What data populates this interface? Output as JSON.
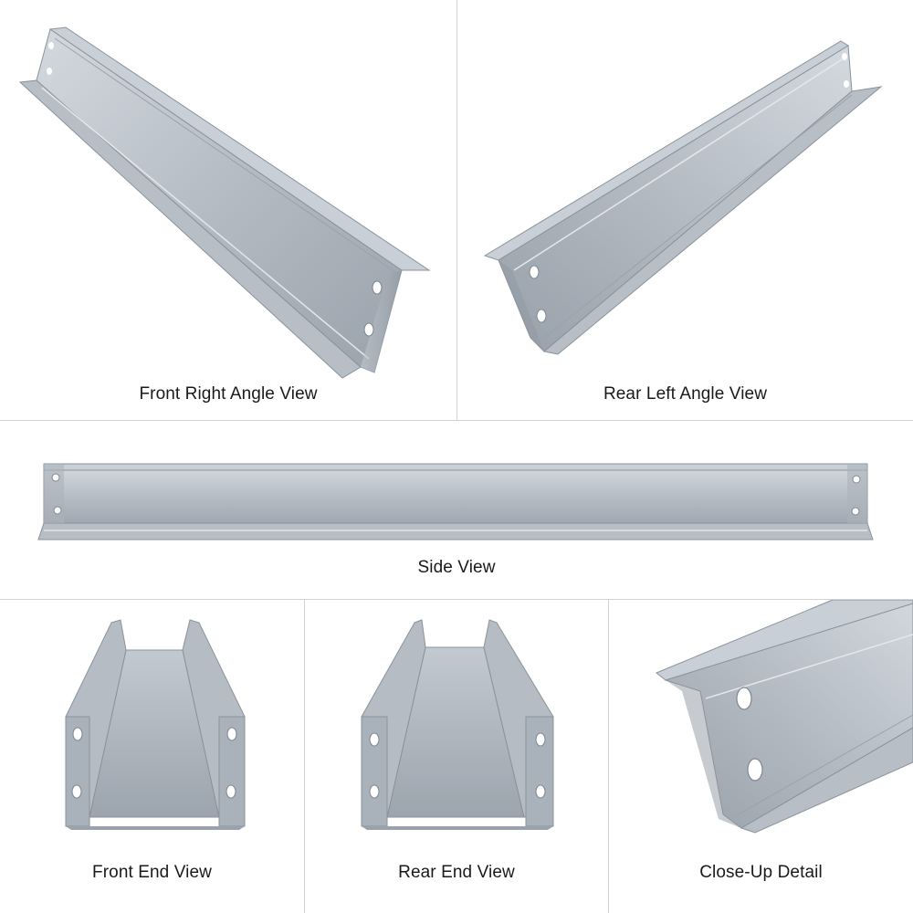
{
  "views": [
    {
      "id": "front-right-angle",
      "caption": "Front Right Angle View"
    },
    {
      "id": "rear-left-angle",
      "caption": "Rear Left Angle View"
    },
    {
      "id": "side",
      "caption": "Side View"
    },
    {
      "id": "front-end",
      "caption": "Front End View"
    },
    {
      "id": "rear-end",
      "caption": "Rear End View"
    },
    {
      "id": "close-up",
      "caption": "Close-Up Detail"
    }
  ],
  "colors": {
    "background": "#ffffff",
    "divider": "#d2d2d2",
    "metal_light": "#c9cfd6",
    "metal_mid": "#a9b1ba",
    "metal_dark": "#7f8892",
    "hole": "#ffffff"
  }
}
